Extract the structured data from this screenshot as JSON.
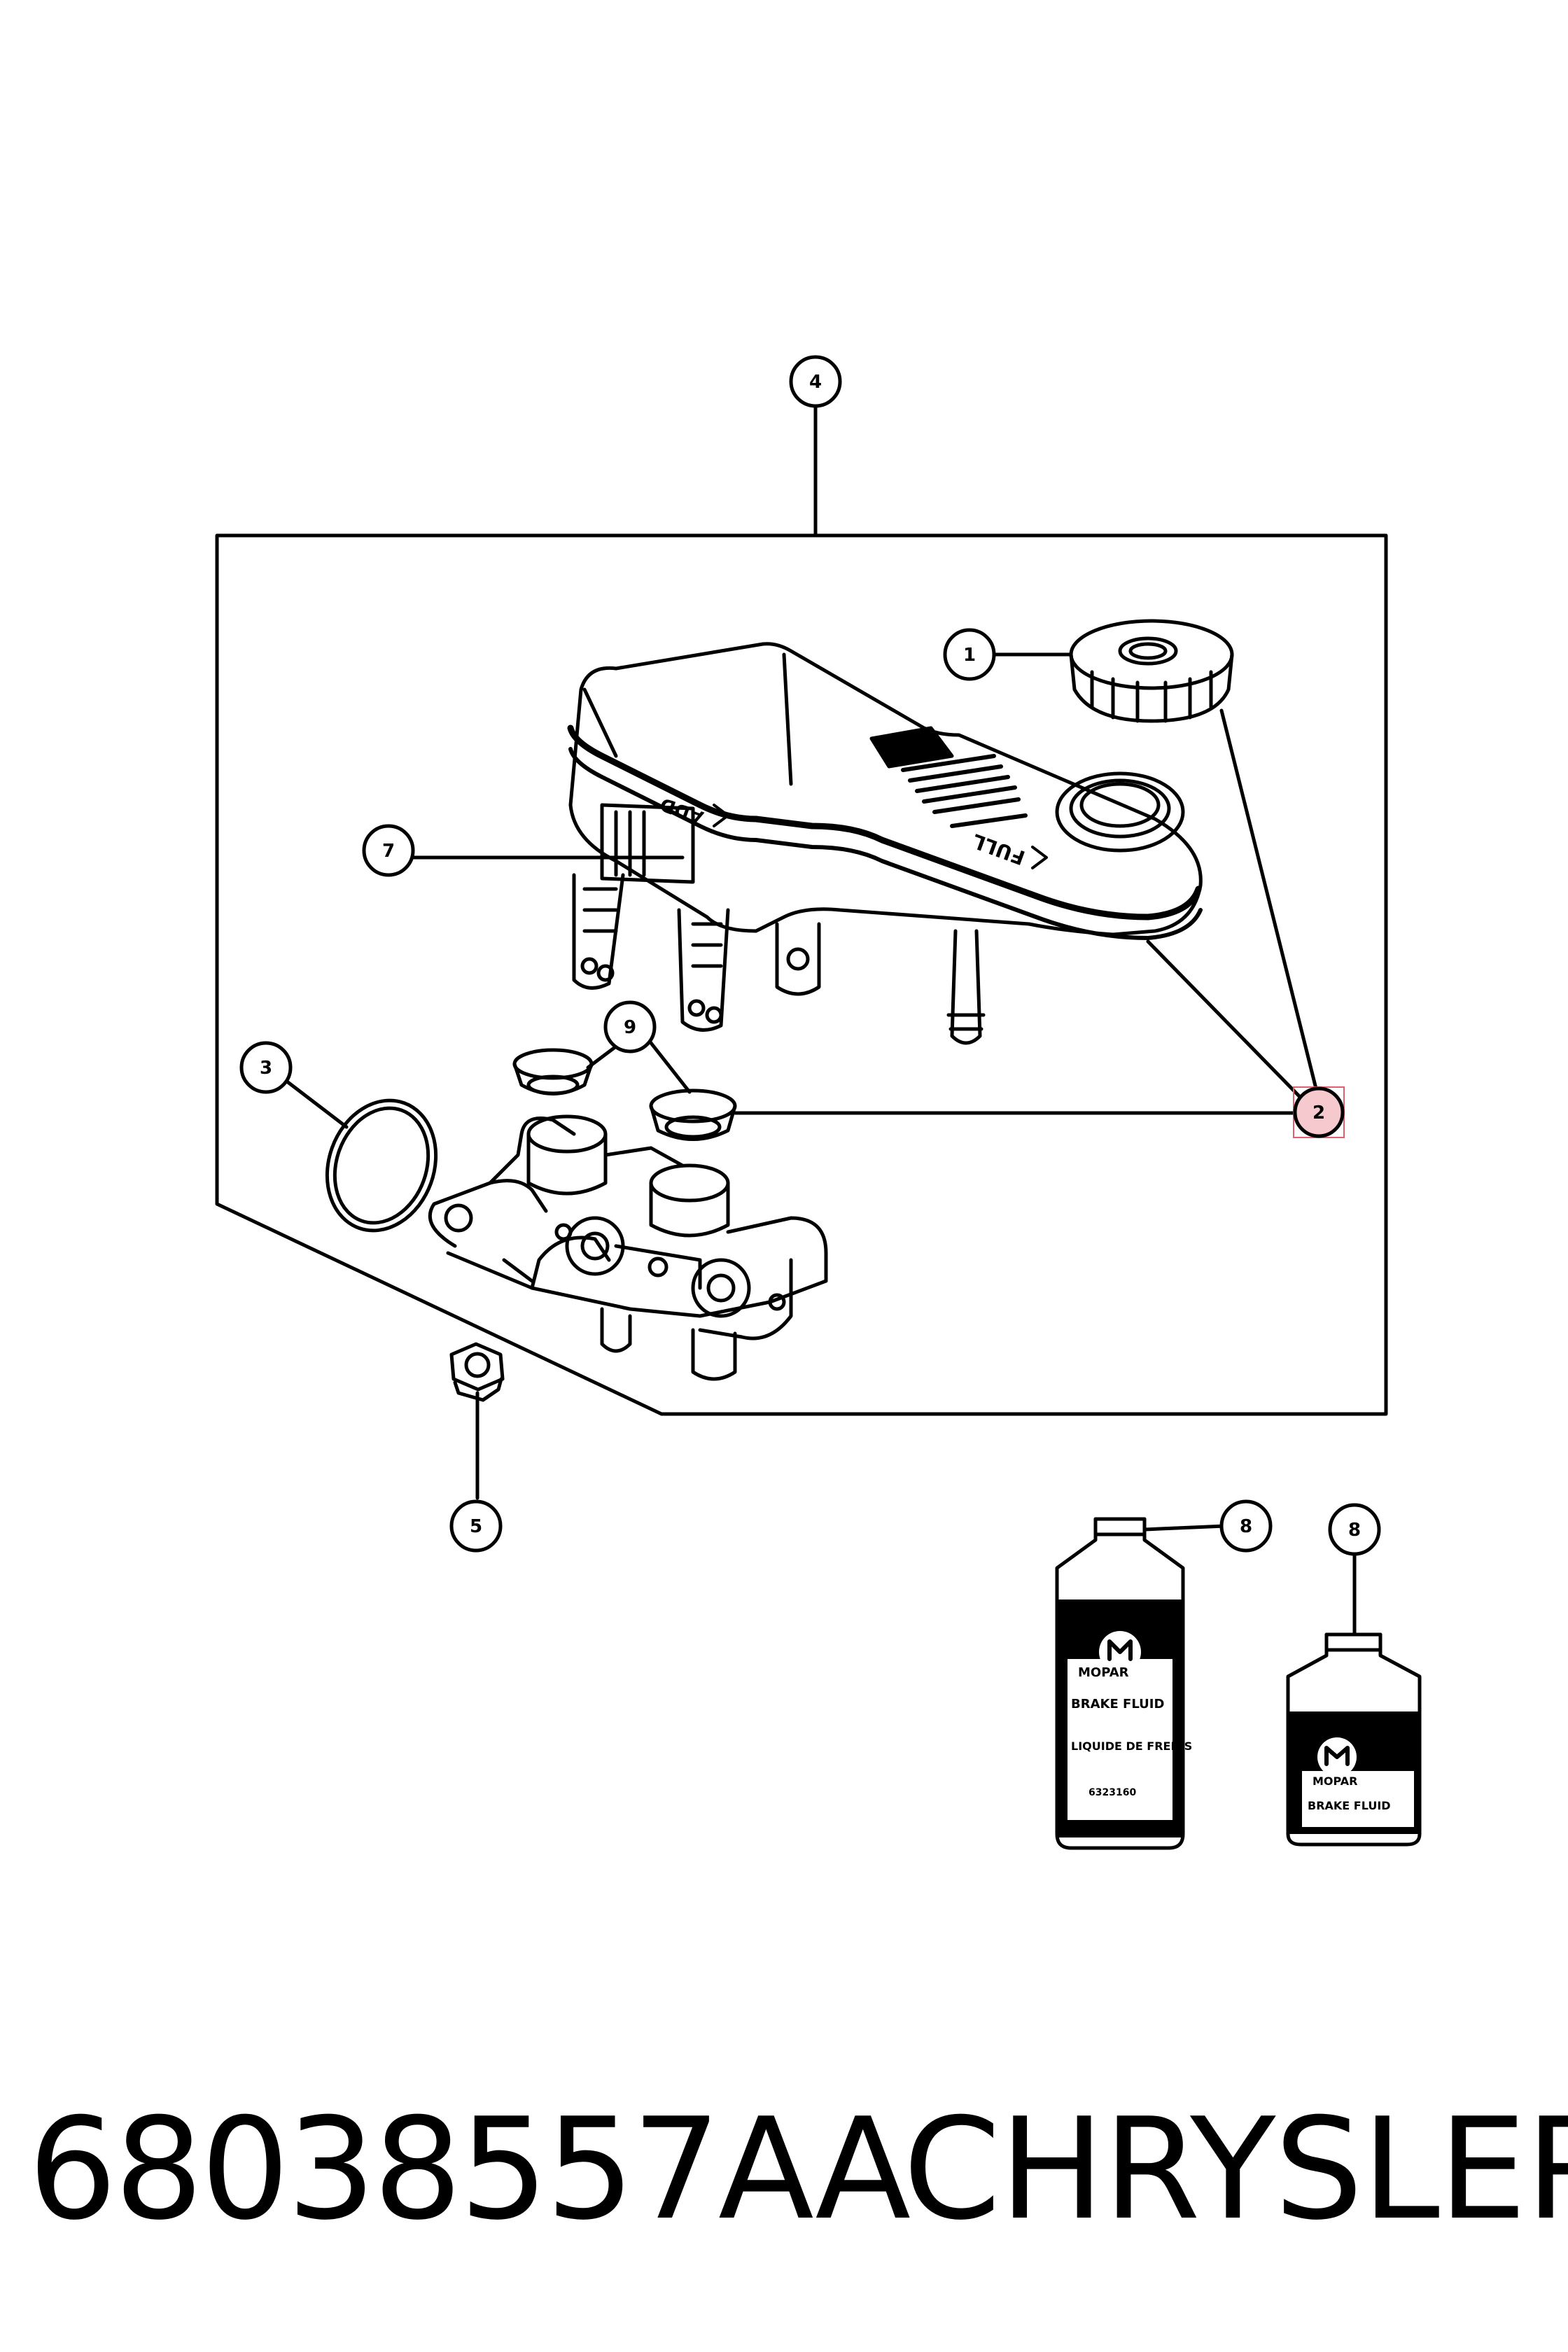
{
  "callouts": {
    "c1": "1",
    "c2": "2",
    "c3": "3",
    "c4": "4",
    "c5": "5",
    "c7": "7",
    "c8a": "8",
    "c8b": "8",
    "c9": "9"
  },
  "reservoir": {
    "add_mark": "ADD",
    "full_mark": "FULL"
  },
  "bottle_large": {
    "brand": "MOPAR",
    "line1": "BRAKE FLUID",
    "line2": "LIQUIDE DE FREINS",
    "line3": "6323160"
  },
  "bottle_small": {
    "brand": "MOPAR",
    "line1": "BRAKE FLUID"
  },
  "footer": {
    "part_number": "68038557AA",
    "brand": "CHRYSLER"
  },
  "colors": {
    "line": "#000000",
    "highlight_fill": "#f6c9cf",
    "highlight_stroke": "#e06070"
  }
}
